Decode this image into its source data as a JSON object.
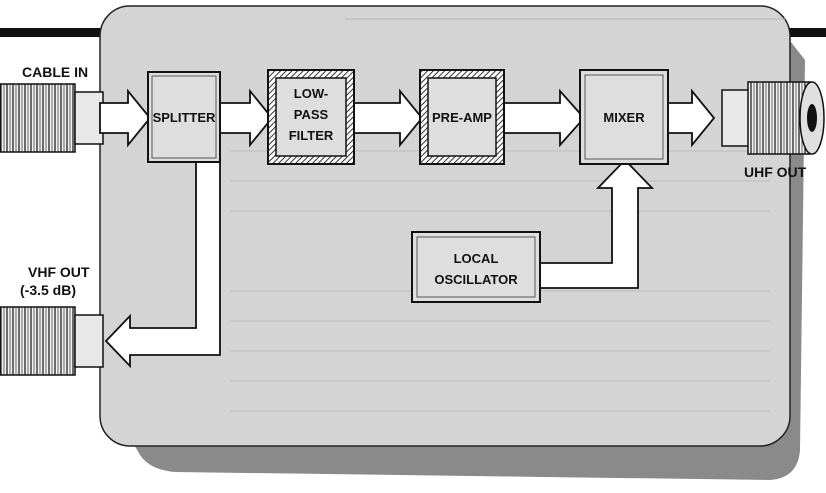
{
  "ports": {
    "cable_in": "CABLE IN",
    "vhf_out": "VHF OUT",
    "vhf_out_level": "(-3.5 dB)",
    "uhf_out": "UHF OUT"
  },
  "blocks": {
    "splitter": "SPLITTER",
    "low_pass_filter": [
      "LOW-",
      "PASS",
      "FILTER"
    ],
    "pre_amp": "PRE-AMP",
    "mixer": "MIXER",
    "local_oscillator": [
      "LOCAL",
      "OSCILLATOR"
    ]
  },
  "colors": {
    "housing": "#d4d4d4",
    "housing_shadow": "#8a8a8a",
    "block_fill": "#dedede",
    "arrow_fill": "#ffffff",
    "outline": "#111111"
  }
}
